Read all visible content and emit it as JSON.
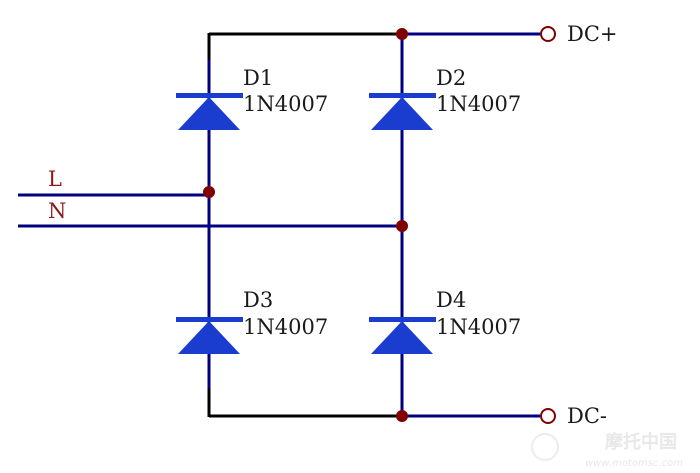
{
  "diagram": {
    "inputs": [
      {
        "label": "L"
      },
      {
        "label": "N"
      }
    ],
    "outputs": [
      {
        "label": "DC+"
      },
      {
        "label": "DC-"
      }
    ],
    "diodes": [
      {
        "designator": "D1",
        "part": "1N4007"
      },
      {
        "designator": "D2",
        "part": "1N4007"
      },
      {
        "designator": "D3",
        "part": "1N4007"
      },
      {
        "designator": "D4",
        "part": "1N4007"
      }
    ],
    "colors": {
      "wire": "#000080",
      "wire_black": "#000000",
      "diode": "#1a3ccf",
      "junction": "#800000",
      "pin_label": "#8b1a1a"
    }
  },
  "watermark": {
    "text": "摩托中国",
    "url": "www.motomsc.com"
  }
}
